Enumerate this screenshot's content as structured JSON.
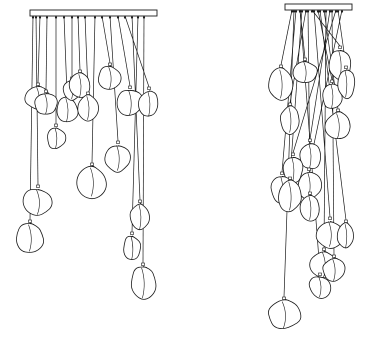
{
  "figure": {
    "kind": "line drawing",
    "background": "#ffffff",
    "stroke": "#1a1a1a",
    "fill": "#ffffff",
    "fixtures": [
      {
        "id": "fixture-left",
        "canopy": "rectangular",
        "pendant_count": 17
      },
      {
        "id": "fixture-right",
        "canopy": "rectangular",
        "pendant_count": 19
      }
    ]
  }
}
